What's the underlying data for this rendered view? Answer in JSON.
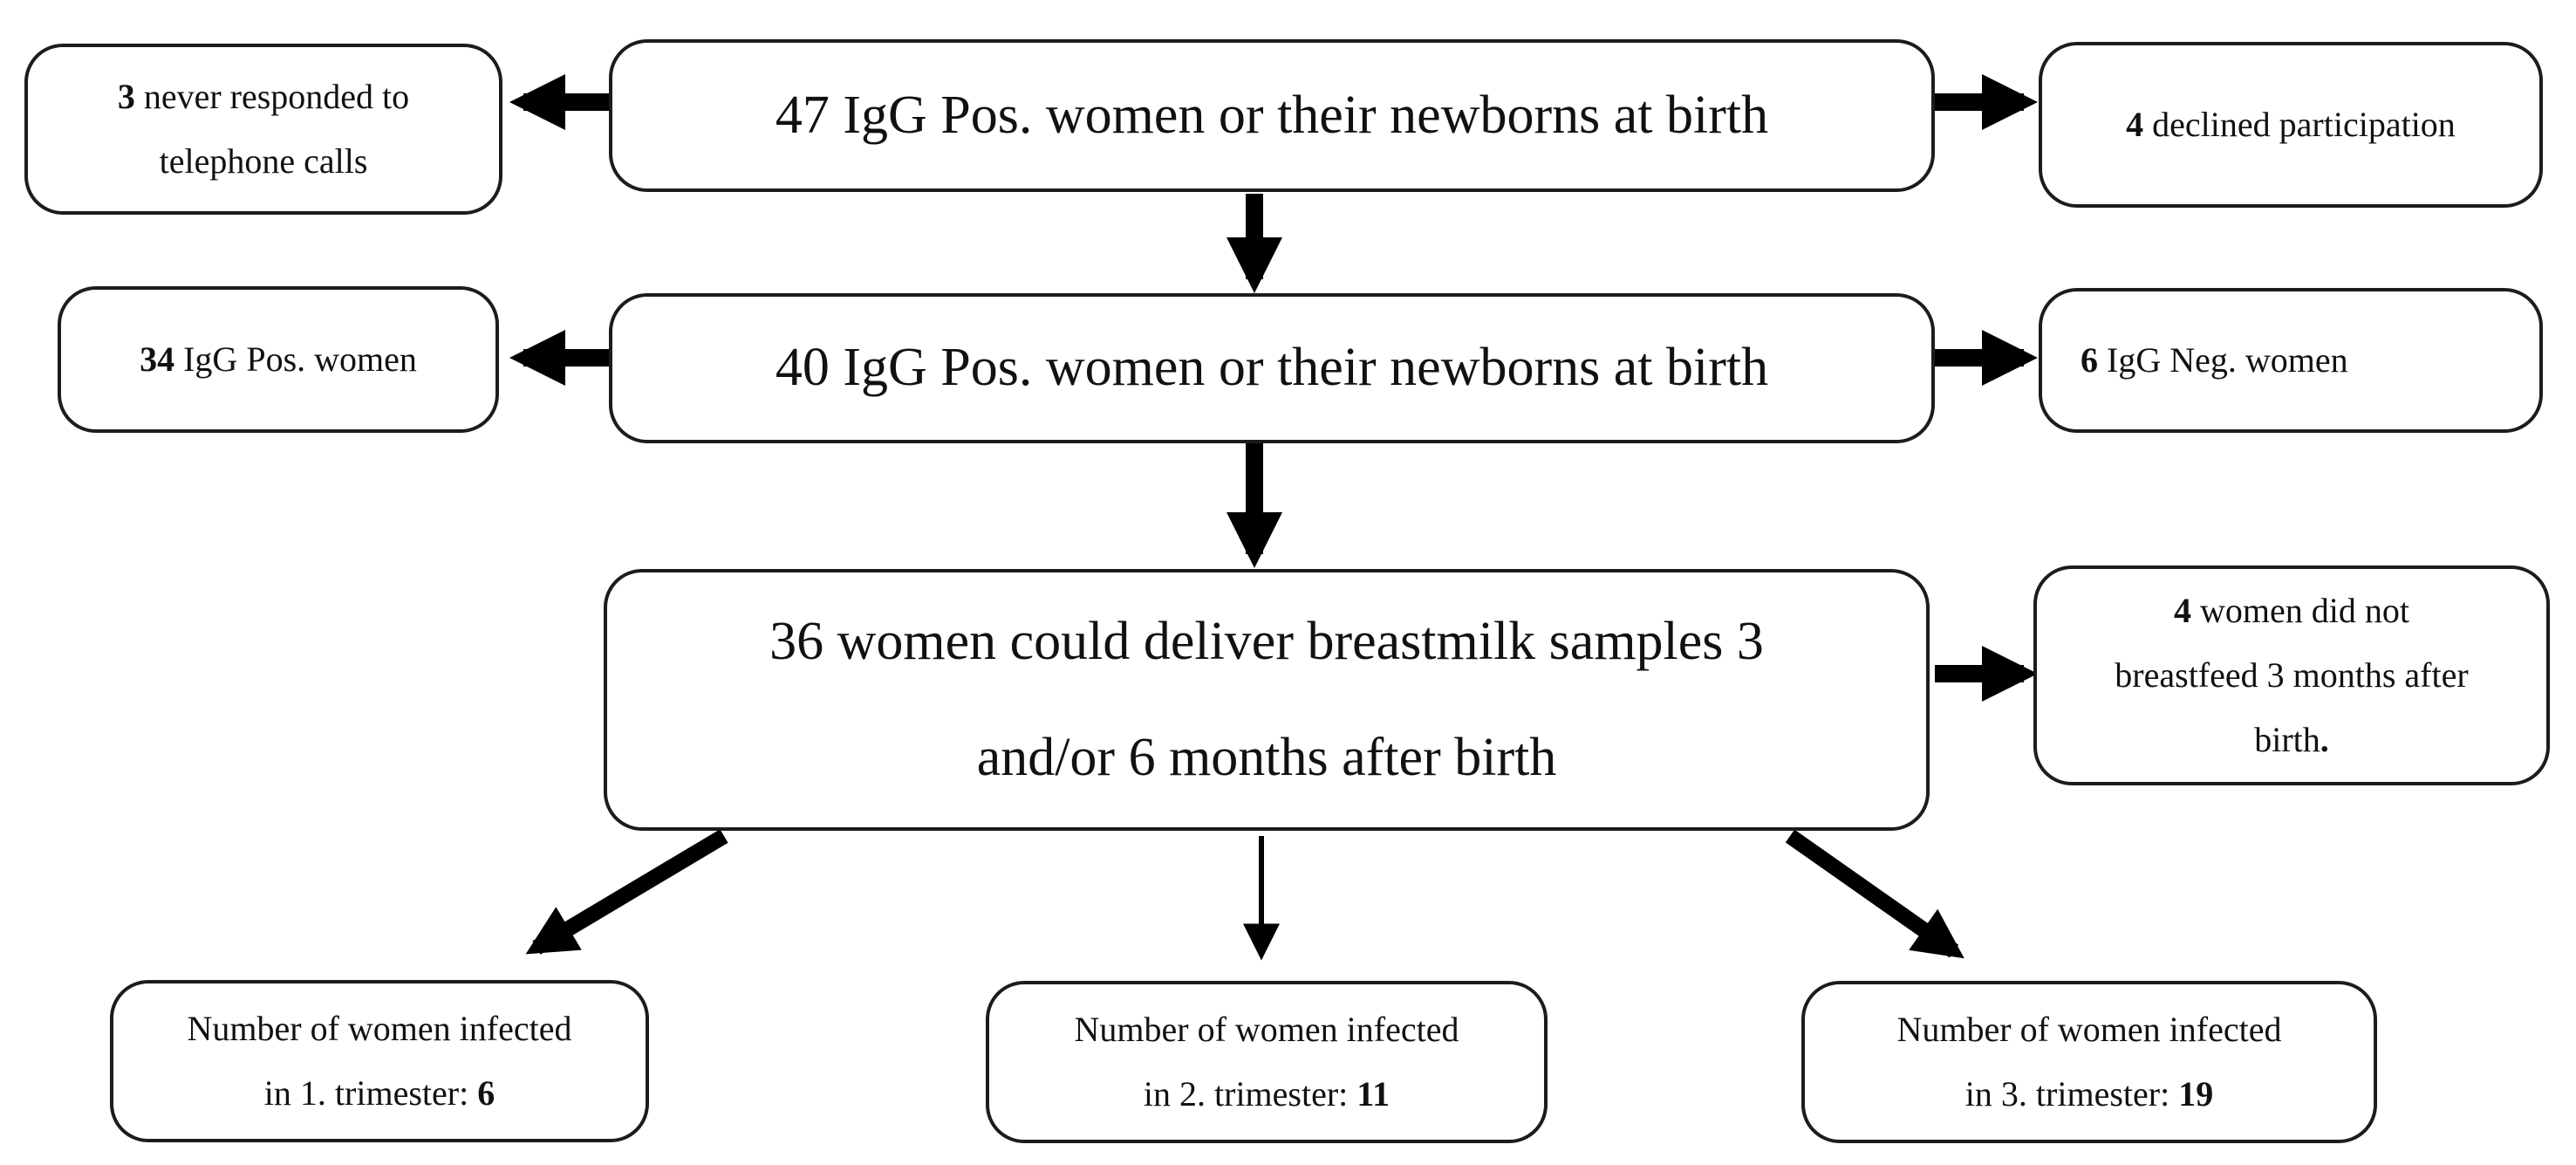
{
  "diagram": {
    "nodes": {
      "r1_center": {
        "text": "47 IgG Pos. women or their newborns at birth"
      },
      "r1_left": {
        "num": "3",
        "line1_rest": " never responded to",
        "line2": "telephone calls"
      },
      "r1_right": {
        "num": "4",
        "rest": " declined participation"
      },
      "r2_center": {
        "text": "40 IgG Pos. women or their newborns at birth"
      },
      "r2_left": {
        "num": "34",
        "rest": " IgG Pos. women"
      },
      "r2_right": {
        "num": "6",
        "rest": " IgG Neg. women"
      },
      "r3_center": {
        "line1": "36 women could deliver breastmilk samples 3",
        "line2": "and/or 6 months after birth"
      },
      "r3_right": {
        "num": "4",
        "line1_rest": " women did not",
        "line2": "breastfeed 3 months after",
        "line3": "birth",
        "line3_period": "."
      },
      "r4_left": {
        "line1": "Number of women infected",
        "line2_pre": "in 1. trimester: ",
        "num": "6"
      },
      "r4_center": {
        "line1": "Number of women infected",
        "line2_pre": "in 2. trimester: ",
        "num": "11"
      },
      "r4_right": {
        "line1": "Number of women infected",
        "line2_pre": "in 3. trimester: ",
        "num": "19"
      }
    },
    "edges": [
      {
        "from": "igg_pos_47",
        "to": "never_responded"
      },
      {
        "from": "igg_pos_47",
        "to": "declined_participation"
      },
      {
        "from": "igg_pos_47",
        "to": "igg_pos_40"
      },
      {
        "from": "igg_pos_40",
        "to": "igg_pos_women_34"
      },
      {
        "from": "igg_pos_40",
        "to": "igg_neg_women_6"
      },
      {
        "from": "igg_pos_40",
        "to": "breastmilk_36"
      },
      {
        "from": "breastmilk_36",
        "to": "no_breastfeed_4"
      },
      {
        "from": "breastmilk_36",
        "to": "trimester_1"
      },
      {
        "from": "breastmilk_36",
        "to": "trimester_2"
      },
      {
        "from": "breastmilk_36",
        "to": "trimester_3"
      }
    ],
    "colors": {
      "line": "#000000",
      "border": "#1c1c1c",
      "background": "#ffffff",
      "text": "#111111"
    }
  }
}
